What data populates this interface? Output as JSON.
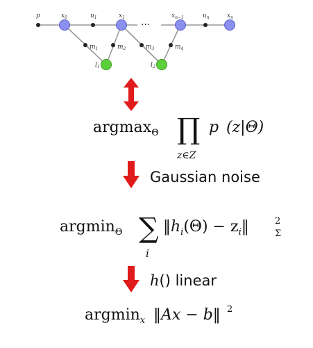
{
  "graph": {
    "nodes": {
      "p": "p",
      "x0": "x",
      "x0_sub": "0",
      "u1": "u",
      "u1_sub": "1",
      "x1": "x",
      "x1_sub": "1",
      "dots": "···",
      "xn1": "x",
      "xn1_sub": "n−1",
      "un": "u",
      "un_sub": "n",
      "xn": "x",
      "xn_sub": "n",
      "m1": "m",
      "m1_sub": "1",
      "m2": "m",
      "m2_sub": "2",
      "m3": "m",
      "m3_sub": "3",
      "m4": "m",
      "m4_sub": "4",
      "l1": "l",
      "l1_sub": "1",
      "l2": "l",
      "l2_sub": "2"
    },
    "colors": {
      "pose_node": "#8a8ff0",
      "landmark_node": "#5ccf3a",
      "factor_dot": "#222222",
      "edge": "#999999",
      "arrow": "#e01b1b"
    }
  },
  "equations": {
    "eq1": {
      "operator": "argmax",
      "operator_sub": "Θ",
      "big_op": "∏",
      "big_op_sub": "z∈Z",
      "body_fn": "p",
      "body_args": "(z|Θ)"
    },
    "step2_label": "Gaussian noise",
    "eq2": {
      "operator": "argmin",
      "operator_sub": "Θ",
      "big_op": "∑",
      "big_op_sub": "i",
      "body_norm_l": "‖",
      "body_h": "h",
      "body_h_sub": "i",
      "body_mid": "(Θ) − z",
      "body_z_sub": "i",
      "body_norm_r": "‖",
      "body_sup": "2",
      "body_norm_sub": "Σ"
    },
    "step3_label_fn": "h",
    "step3_label_rest": "() linear",
    "eq3": {
      "operator": "argmin",
      "operator_sub": "x",
      "body": "‖Ax − b‖",
      "body_sup": "2"
    }
  }
}
